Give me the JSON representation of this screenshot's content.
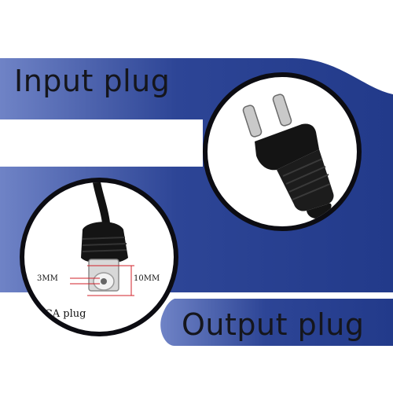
{
  "input_label": "Input plug",
  "output_label": "Output plug",
  "dimension_small": "3MM",
  "dimension_large": "10MM",
  "rca_caption": "RCA plug",
  "colors": {
    "band_blue": "#2d4596",
    "band_blue_light": "#6f83c6",
    "circle_border": "#0c0c12",
    "label_text": "#15161c",
    "dimension_line": "#d0202a"
  },
  "icons": {
    "input": "eu-power-plug-icon",
    "output": "rca-connector-icon"
  }
}
